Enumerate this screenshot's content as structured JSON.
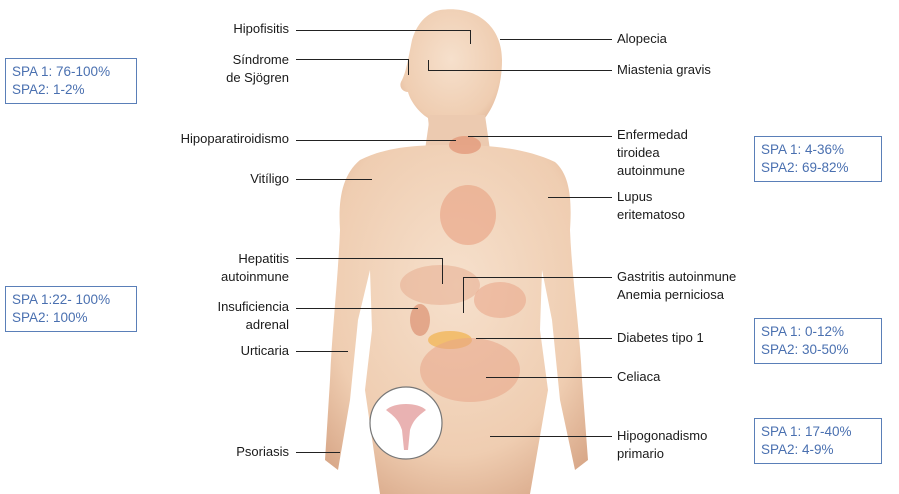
{
  "left_labels": {
    "hipofisitis": "Hipofisitis",
    "sindrome_1": "Síndrome",
    "sindrome_2": "de Sjögren",
    "hipoparatiroidismo": "Hipoparatiroidismo",
    "vitiligo": "Vitíligo",
    "hepatitis_1": "Hepatitis",
    "hepatitis_2": "autoinmune",
    "insuficiencia_1": "Insuficiencia",
    "insuficiencia_2": "adrenal",
    "urticaria": "Urticaria",
    "psoriasis": "Psoriasis"
  },
  "right_labels": {
    "alopecia": "Alopecia",
    "miastenia": "Miastenia gravis",
    "tiroidea_1": "Enfermedad",
    "tiroidea_2": "tiroidea",
    "tiroidea_3": "autoinmune",
    "lupus_1": "Lupus",
    "lupus_2": "eritematoso",
    "gastritis_1": "Gastritis autoinmune",
    "gastritis_2": "Anemia perniciosa",
    "diabetes": "Diabetes tipo 1",
    "celiaca": "Celiaca",
    "hipogonadismo_1": "Hipogonadismo",
    "hipogonadismo_2": "primario"
  },
  "spa_boxes": {
    "box1": {
      "spa1": "SPA 1: 76-100%",
      "spa2": "SPA2: 1-2%"
    },
    "box2": {
      "spa1": "SPA 1:22- 100%",
      "spa2": "SPA2: 100%"
    },
    "box3": {
      "spa1": "SPA 1: 4-36%",
      "spa2": "SPA2: 69-82%"
    },
    "box4": {
      "spa1": "SPA 1: 0-12%",
      "spa2": "SPA2: 30-50%"
    },
    "box5": {
      "spa1": "SPA 1: 17-40%",
      "spa2": "SPA2: 4-9%"
    }
  },
  "colors": {
    "skin": "#f2d3b8",
    "skin_shadow": "#d9a98a",
    "organ": "#e8a07a",
    "box_border": "#5a7fb8",
    "box_text": "#4a70b0"
  }
}
